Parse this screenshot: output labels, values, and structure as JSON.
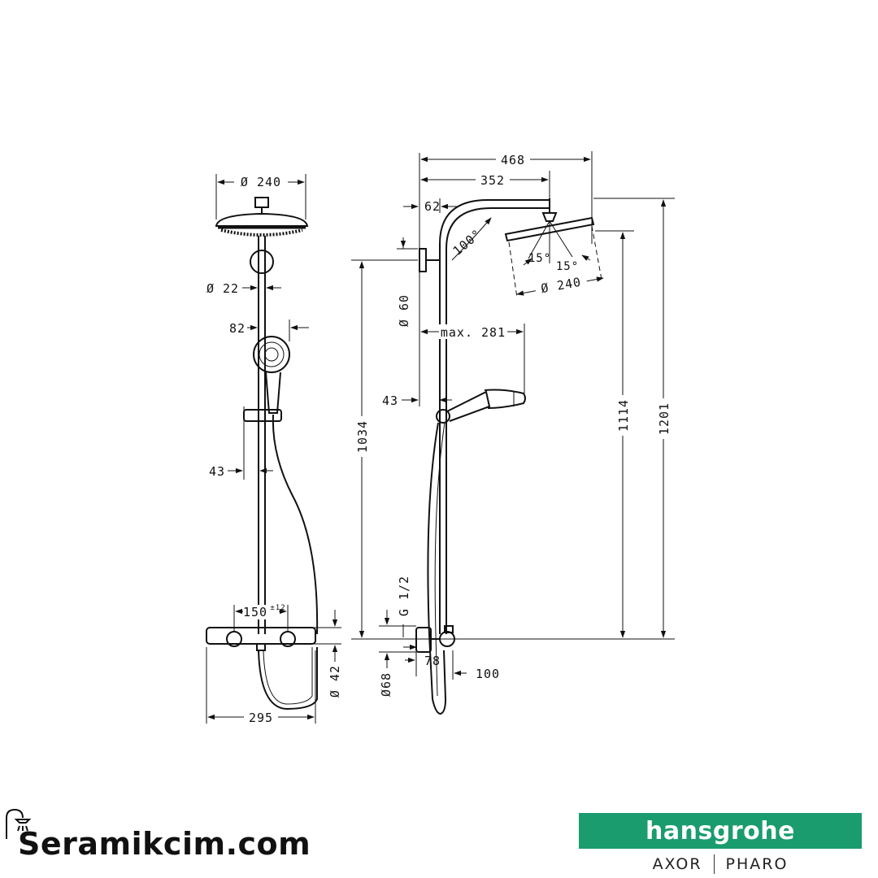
{
  "drawing": {
    "front_view": {
      "head_diameter": "Ø 240",
      "pipe_diameter": "Ø 22",
      "handshower_projection": "82",
      "holder_offset": "43",
      "mixer_spacing": "150",
      "mixer_spacing_tolerance": "±12",
      "mixer_depth": "Ø 42",
      "overall_width": "295"
    },
    "side_view": {
      "arm_length_total": "468",
      "arm_length": "352",
      "wall_offset": "62",
      "arm_angle": "100°",
      "tilt_left": "15°",
      "tilt_right": "15°",
      "head_diameter": "Ø 240",
      "wall_bracket_diameter": "Ø 60",
      "hose_reach": "max. 281",
      "rail_offset": "43",
      "height_bracket": "1034",
      "height_head": "1114",
      "height_total": "1201",
      "thread": "G 1/2",
      "inlet_diameter": "Ø68",
      "inlet_depth": "78",
      "mixer_projection": "100"
    }
  },
  "footer": {
    "site_name": "Seramikcim.com",
    "site_icon": "shower-icon",
    "brand": {
      "name": "hansgrohe",
      "color": "#1a9c6e",
      "sub_brands": [
        "AXOR",
        "PHARO"
      ]
    }
  }
}
